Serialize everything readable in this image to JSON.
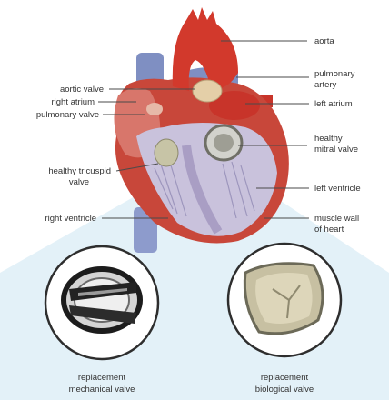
{
  "labels": {
    "aorta": "aorta",
    "pulmonary_artery_1": "pulmonary",
    "pulmonary_artery_2": "artery",
    "left_atrium": "left atrium",
    "healthy_mitral_1": "healthy",
    "healthy_mitral_2": "mitral valve",
    "left_ventricle": "left ventricle",
    "muscle_wall_1": "muscle wall",
    "muscle_wall_2": "of heart",
    "aortic_valve": "aortic valve",
    "right_atrium": "right atrium",
    "pulmonary_valve": "pulmonary valve",
    "healthy_tricuspid_1": "healthy tricuspid",
    "healthy_tricuspid_2": "valve",
    "right_ventricle": "right ventricle",
    "mechanical_1": "replacement",
    "mechanical_2": "mechanical valve",
    "biological_1": "replacement",
    "biological_2": "biological valve"
  },
  "colors": {
    "heart_red": "#c8342a",
    "vessel_blue": "#7f8fc2",
    "ventricle_lilac": "#c9c2dc",
    "beam_blue": "#d9ecf6",
    "valve_gray": "#8a8a80"
  }
}
